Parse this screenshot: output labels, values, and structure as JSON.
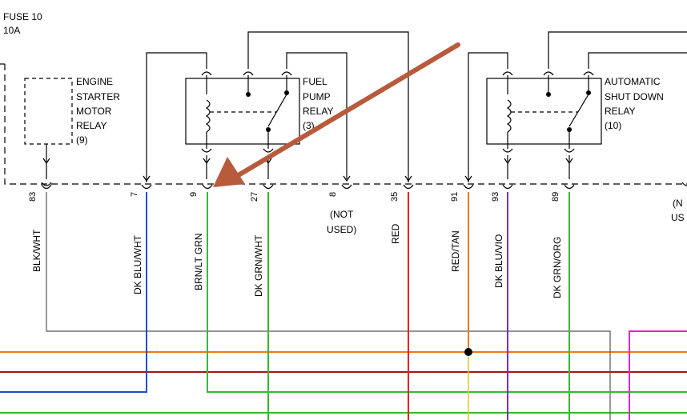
{
  "fuse": {
    "line1": "FUSE 10",
    "line2": "10A"
  },
  "relays": {
    "starter": {
      "lines": [
        "ENGINE",
        "STARTER",
        "MOTOR",
        "RELAY",
        "(9)"
      ]
    },
    "fuel_pump": {
      "lines": [
        "FUEL",
        "PUMP",
        "RELAY",
        "(3)"
      ]
    },
    "asd": {
      "lines": [
        "AUTOMATIC",
        "SHUT DOWN",
        "RELAY",
        "(10)"
      ]
    }
  },
  "pins": [
    "83",
    "7",
    "9",
    "27",
    "8",
    "35",
    "91",
    "93",
    "89"
  ],
  "not_used": {
    "line1": "(NOT",
    "line2": "USED)"
  },
  "not_used_partial": {
    "line1": "(N",
    "line2": "US"
  },
  "wires": [
    "BLK/WHT",
    "DK BLU/WHT",
    "BRN/LT GRN",
    "DK GRN/WHT",
    "RED",
    "RED/TAN",
    "DK BLU/VIO",
    "DK GRN/ORG"
  ],
  "colors": {
    "red": "#e8211f",
    "orange": "#f07a10",
    "dark_red": "#a3141a",
    "blue": "#1f4fc4",
    "green": "#3db539",
    "violet": "#7a2bd9",
    "yellow": "#e8c31a",
    "magenta": "#d62dc1",
    "gray": "#555555",
    "arrow": "#b85a3c"
  }
}
